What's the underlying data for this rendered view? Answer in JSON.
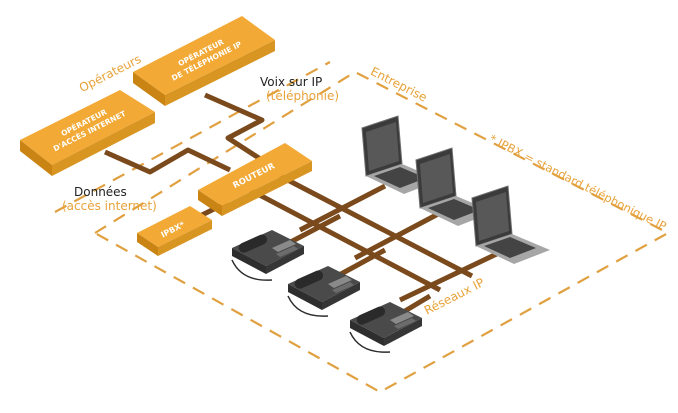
{
  "colors": {
    "accent": "#e8a23a",
    "box_top": "#f2a935",
    "box_side": "#c98414",
    "cable": "#7a4a1c",
    "device_dark": "#3b3b3b",
    "device_light": "#9a9a9a"
  },
  "labels": {
    "operateurs": "Opérateurs",
    "entreprise": "Entreprise",
    "voix_title": "Voix sur IP",
    "voix_sub": "(téléphonie)",
    "donnees_title": "Données",
    "donnees_sub": "(accès internet)",
    "reseaux_ip": "Réseaux IP",
    "footnote": "* IPBX = standard téléphonique IP"
  },
  "boxes": {
    "operateur_internet_line1": "OPÉRATEUR",
    "operateur_internet_line2": "D'ACCÈS INTERNET",
    "operateur_telephonie_line1": "OPÉRATEUR",
    "operateur_telephonie_line2": "DE TÉLÉPHONIE IP",
    "routeur": "ROUTEUR",
    "ipbx": "IPBX*"
  },
  "devices": {
    "phone_icon": "desk-phone-icon",
    "laptop_icon": "laptop-icon"
  }
}
